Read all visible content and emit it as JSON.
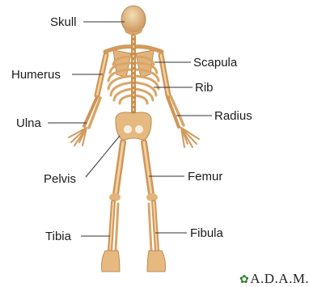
{
  "labels": {
    "skull": "Skull",
    "humerus": "Humerus",
    "scapula": "Scapula",
    "rib": "Rib",
    "radius": "Radius",
    "ulna": "Ulna",
    "pelvis": "Pelvis",
    "femur": "Femur",
    "tibia": "Tibia",
    "fibula": "Fibula"
  },
  "brand": "A.D.A.M.",
  "colors": {
    "bone": "#e8c290",
    "bone_shadow": "#c58e52",
    "bone_highlight": "#f6deb6",
    "leader": "#333333",
    "leaf": "#2f7d2f"
  }
}
